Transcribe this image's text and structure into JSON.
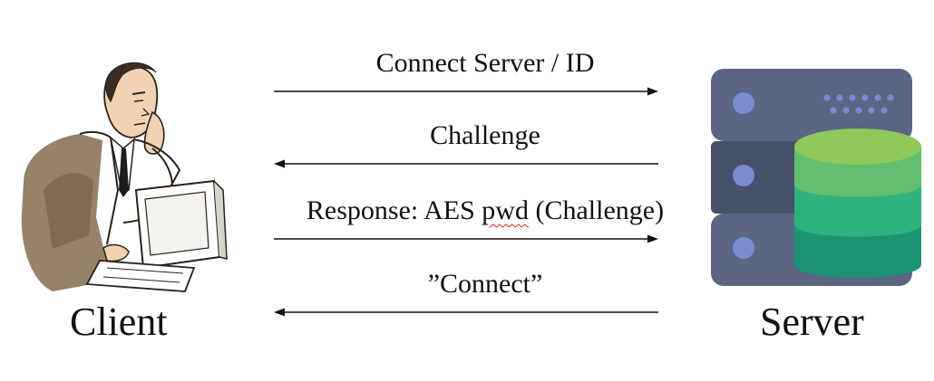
{
  "nodes": {
    "client": {
      "label": "Client",
      "icon": "person-at-computer-icon"
    },
    "server": {
      "label": "Server",
      "icon": "server-database-icon"
    }
  },
  "messages": [
    {
      "label": "Connect Server / ID",
      "direction": "client-to-server"
    },
    {
      "label": "Challenge",
      "direction": "server-to-client"
    },
    {
      "label_prefix": "Response: AES ",
      "label_flagged": "pwd",
      "label_suffix": " (Challenge)",
      "direction": "client-to-server"
    },
    {
      "label": "”Connect”",
      "direction": "server-to-client"
    }
  ],
  "colors": {
    "server_slab": "#5b6584",
    "server_slab_dark": "#474f69",
    "server_led": "#7b8ad1",
    "db_top": "#8fc95a",
    "db_mid": "#2fb27d",
    "db_bottom": "#1c9474",
    "suit": "#8a7458",
    "arrow": "#111111",
    "spellcheck": "#d32020"
  }
}
